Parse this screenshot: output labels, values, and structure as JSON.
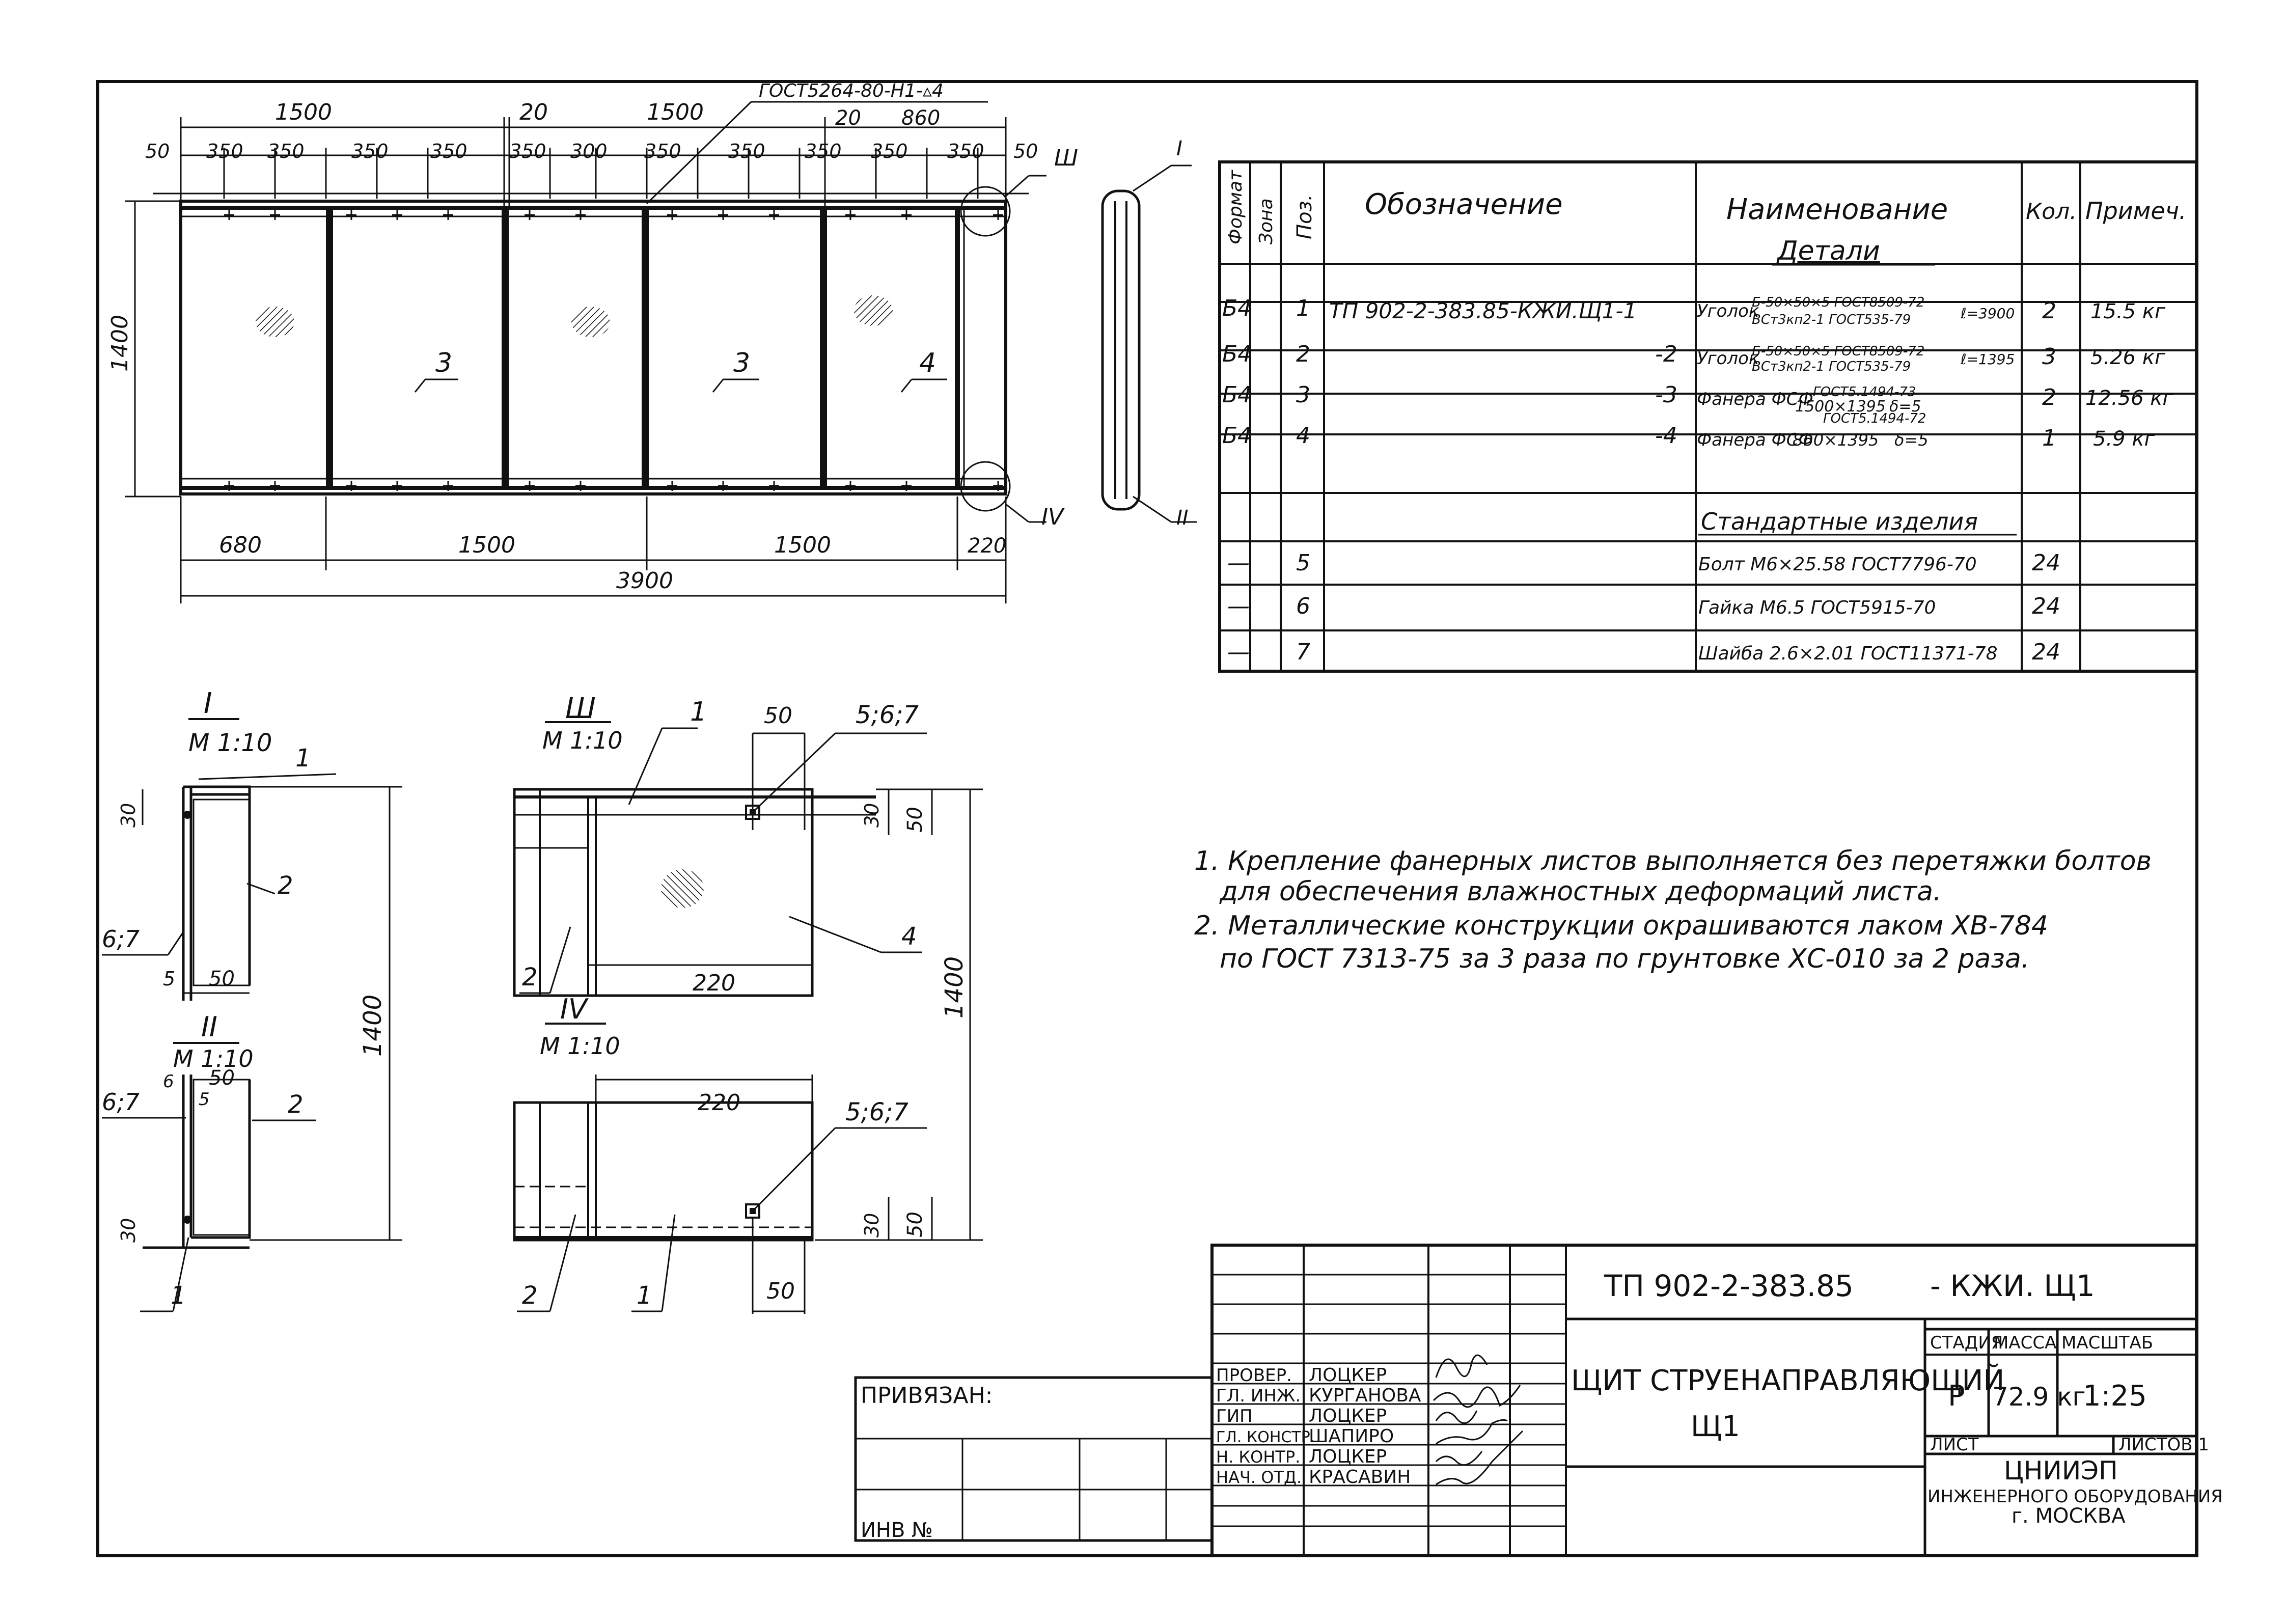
{
  "main_view": {
    "dims_top_level1": [
      "1500",
      "20",
      "1500"
    ],
    "gost_label": "ГОСТ5264-80-Н1-▵4",
    "dims_top_level2": [
      "20",
      "860"
    ],
    "dims_top_level3": [
      "50",
      "350",
      "350",
      "350",
      "350",
      "350",
      "300",
      "350",
      "350",
      "350",
      "350",
      "350",
      "50"
    ],
    "height_dim": "1400",
    "dims_bottom": [
      "680",
      "1500",
      "1500",
      "220"
    ],
    "total_dim": "3900",
    "part_marks": [
      "3",
      "3",
      "4"
    ],
    "callouts": [
      "Ш",
      "IV"
    ],
    "side_callouts": [
      "I",
      "II"
    ]
  },
  "spec_table": {
    "headers": [
      "Формат",
      "Зона",
      "Поз.",
      "Обозначение",
      "Наименование",
      "Кол.",
      "Примеч."
    ],
    "section_details": "Детали",
    "rows": [
      {
        "format": "Б4",
        "pos": "1",
        "designation": "ТП 902-2-383.85-КЖИ.Щ1-1",
        "name_small1": "Б-50×50×5 ГОСТ8509-72",
        "name_main": "Уголок",
        "name_small2": "ВСт3кп2-1 ГОСТ535-79",
        "name_len": "ℓ=3900",
        "qty": "2",
        "note": "15.5 кг"
      },
      {
        "format": "Б4",
        "pos": "2",
        "designation": "-2",
        "name_small1": "Б-50×50×5 ГОСТ8509-72",
        "name_main": "Уголок",
        "name_small2": "ВСт3кп2-1 ГОСТ535-79",
        "name_len": "ℓ=1395",
        "qty": "3",
        "note": "5.26 кг"
      },
      {
        "format": "Б4",
        "pos": "3",
        "designation": "-3",
        "name_small1": "ГОСТ5.1494-73",
        "name_main": "Фанера ФСФ",
        "name_small2": "1500×1395",
        "name_len": "δ=5",
        "qty": "2",
        "note": "12.56 кг"
      },
      {
        "format": "Б4",
        "pos": "4",
        "designation": "-4",
        "name_small1": "ГОСТ5.1494-72",
        "name_main": "Фанера ФСФ",
        "name_small2": "860×1395",
        "name_len": "δ=5",
        "qty": "1",
        "note": "5.9 кг"
      }
    ],
    "section_standard": "Стандартные изделия",
    "std_rows": [
      {
        "format": "—",
        "pos": "5",
        "name": "Болт М6×25.58 ГОСТ7796-70",
        "qty": "24"
      },
      {
        "format": "—",
        "pos": "6",
        "name": "Гайка М6.5 ГОСТ5915-70",
        "qty": "24"
      },
      {
        "format": "—",
        "pos": "7",
        "name": "Шайба 2.6×2.01 ГОСТ11371-78",
        "qty": "24"
      }
    ]
  },
  "detail_I": {
    "roman": "I",
    "scale": "М 1:10",
    "labels": [
      "1",
      "2",
      "6;7",
      "5",
      "50",
      "30"
    ],
    "height": "1400"
  },
  "detail_II": {
    "roman": "II",
    "scale": "М 1:10",
    "labels": [
      "6;7",
      "6",
      "50",
      "5",
      "2",
      "1",
      "30"
    ]
  },
  "detail_III": {
    "roman": "Ш",
    "scale": "М 1:10",
    "labels": [
      "1",
      "50",
      "5;6;7",
      "30",
      "50",
      "2",
      "220",
      "4"
    ],
    "height": "1400"
  },
  "detail_IV": {
    "roman": "IV",
    "scale": "М 1:10",
    "labels": [
      "220",
      "5;6;7",
      "30",
      "50",
      "2",
      "1",
      "50"
    ]
  },
  "notes": [
    "1. Крепление фанерных листов выполняется без перетяжки болтов",
    "для обеспечения влажностных деформаций листа.",
    "2. Металлические конструкции окрашиваются лаком ХВ-784",
    "по ГОСТ 7313-75 за 3 раза по грунтовке ХС-010 за 2 раза."
  ],
  "title_block": {
    "doc_code": "ТП 902-2-383.85",
    "doc_suffix": "- КЖИ. Щ1",
    "title_line1": "ЩИТ СТРУЕНАПРАВЛЯЮЩИЙ",
    "title_line2": "Щ1",
    "stage_h": "СТАДИЯ",
    "mass_h": "МАССА",
    "scale_h": "МАСШТАБ",
    "stage": "Р",
    "mass": "72.9 кг",
    "scale": "1:25",
    "sheet_h": "ЛИСТ",
    "sheets_h": "ЛИСТОВ 1",
    "org1": "ЦНИИЭП",
    "org2": "ИНЖЕНЕРНОГО ОБОРУДОВАНИЯ",
    "org3": "г. МОСКВА",
    "privyazan": "ПРИВЯЗАН:",
    "inv": "ИНВ №",
    "staff": [
      {
        "role": "ПРОВЕР.",
        "name": "ЛОЦКЕР"
      },
      {
        "role": "ГЛ. ИНЖ.",
        "name": "КУРГАНОВА"
      },
      {
        "role": "ГИП",
        "name": "ЛОЦКЕР"
      },
      {
        "role": "ГЛ. КОНСТР.",
        "name": "ШАПИРО"
      },
      {
        "role": "Н. КОНТР.",
        "name": "ЛОЦКЕР"
      },
      {
        "role": "НАЧ. ОТД.",
        "name": "КРАСАВИН"
      }
    ]
  }
}
